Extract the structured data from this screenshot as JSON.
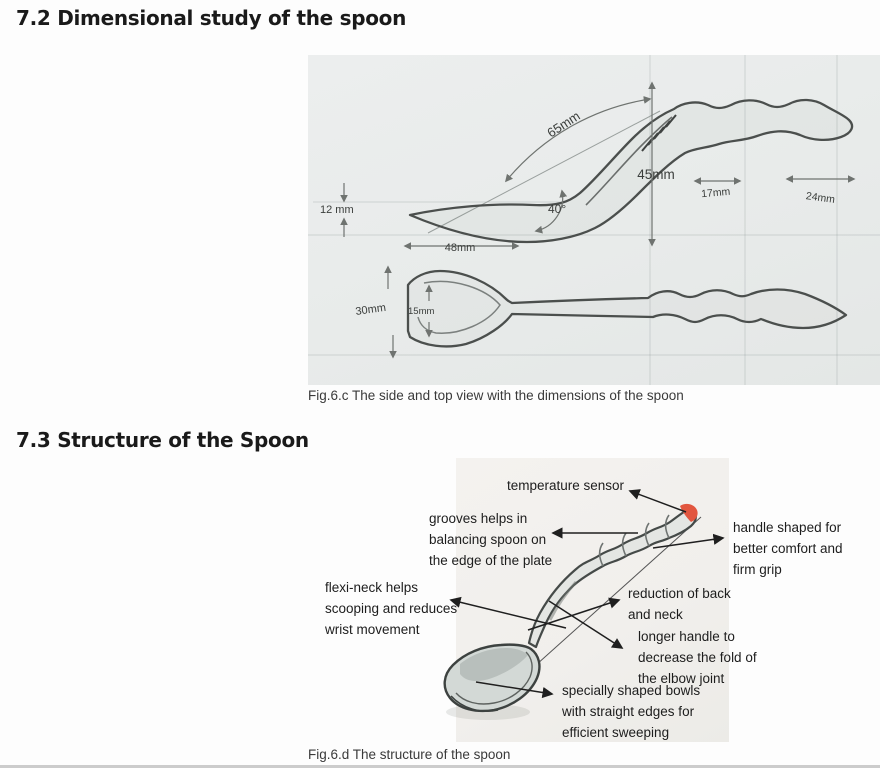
{
  "dimensional": {
    "heading": "7.2 Dimensional study of the spoon",
    "caption": "Fig.6.c The side and top view with the dimensions of the spoon",
    "dims": {
      "curve": "65mm",
      "height": "45mm",
      "groove": "17mm",
      "tip": "24mm",
      "depth": "12 mm",
      "bowl_len": "48mm",
      "angle": "40°",
      "bowl_w": "30mm",
      "bowl_inner": "15mm"
    }
  },
  "structure": {
    "heading": "7.3 Structure of the Spoon",
    "caption": "Fig.6.d The structure of the spoon",
    "annotations": {
      "temperature": "temperature sensor",
      "grooves": "grooves helps in\nbalancing spoon on\nthe edge of the plate",
      "handle": "handle shaped for\nbetter comfort and\nfirm grip",
      "flexi": "flexi-neck helps\nscooping and reduces\nwrist movement",
      "reduction": "reduction of back\nand neck",
      "longer": "longer handle to\ndecrease the fold of\nthe elbow joint",
      "bowls": "specially shaped bowls\nwith straight edges for\nefficient sweeping"
    }
  },
  "colors": {
    "paper_fig_c": "#e9ecea",
    "paper_fig_d": "#f2f0ec",
    "pencil": "#545856",
    "sensor_tip": "#e2563f",
    "annotation_text": "#1d1d1d"
  }
}
